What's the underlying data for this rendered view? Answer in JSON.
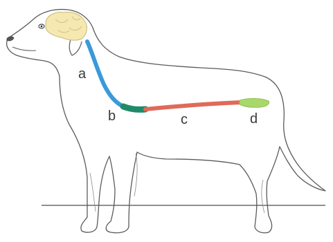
{
  "labels": {
    "a": "a",
    "b": "b",
    "c": "c",
    "d": "d"
  },
  "colors": {
    "outline": "#5a5a5a",
    "brain": "#f5e8b0",
    "segment_a": "#3a9ad9",
    "segment_b": "#1f8a6a",
    "segment_c": "#e06a5a",
    "segment_d": "#a8d86a"
  }
}
